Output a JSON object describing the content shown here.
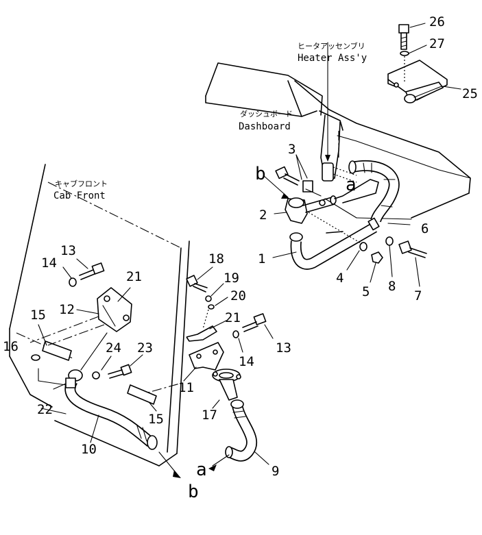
{
  "labels": {
    "heater_jp": "ヒータアッセンブリ",
    "heater_en": "Heater Ass'y",
    "dashboard_jp": "ダッシュボード",
    "dashboard_en": "Dashboard",
    "cab_front_jp": "キャブフロント",
    "cab_front_en": "Cab Front"
  },
  "callouts": [
    {
      "id": "c26",
      "text": "26"
    },
    {
      "id": "c27",
      "text": "27"
    },
    {
      "id": "c25",
      "text": "25"
    },
    {
      "id": "c3",
      "text": "3"
    },
    {
      "id": "cb_top",
      "text": "b"
    },
    {
      "id": "ca_top",
      "text": "a"
    },
    {
      "id": "c2",
      "text": "2"
    },
    {
      "id": "c6",
      "text": "6"
    },
    {
      "id": "c1",
      "text": "1"
    },
    {
      "id": "c4",
      "text": "4"
    },
    {
      "id": "c5",
      "text": "5"
    },
    {
      "id": "c8",
      "text": "8"
    },
    {
      "id": "c7",
      "text": "7"
    },
    {
      "id": "c13a",
      "text": "13"
    },
    {
      "id": "c14a",
      "text": "14"
    },
    {
      "id": "c21a",
      "text": "21"
    },
    {
      "id": "c12",
      "text": "12"
    },
    {
      "id": "c15a",
      "text": "15"
    },
    {
      "id": "c16",
      "text": "16"
    },
    {
      "id": "c24",
      "text": "24"
    },
    {
      "id": "c23",
      "text": "23"
    },
    {
      "id": "c22",
      "text": "22"
    },
    {
      "id": "c10",
      "text": "10"
    },
    {
      "id": "c15b",
      "text": "15"
    },
    {
      "id": "c18",
      "text": "18"
    },
    {
      "id": "c19",
      "text": "19"
    },
    {
      "id": "c20",
      "text": "20"
    },
    {
      "id": "c21b",
      "text": "21"
    },
    {
      "id": "c13b",
      "text": "13"
    },
    {
      "id": "c14b",
      "text": "14"
    },
    {
      "id": "c11",
      "text": "11"
    },
    {
      "id": "c17",
      "text": "17"
    },
    {
      "id": "ca_bot",
      "text": "a"
    },
    {
      "id": "c9",
      "text": "9"
    },
    {
      "id": "cb_bot",
      "text": "b"
    }
  ]
}
